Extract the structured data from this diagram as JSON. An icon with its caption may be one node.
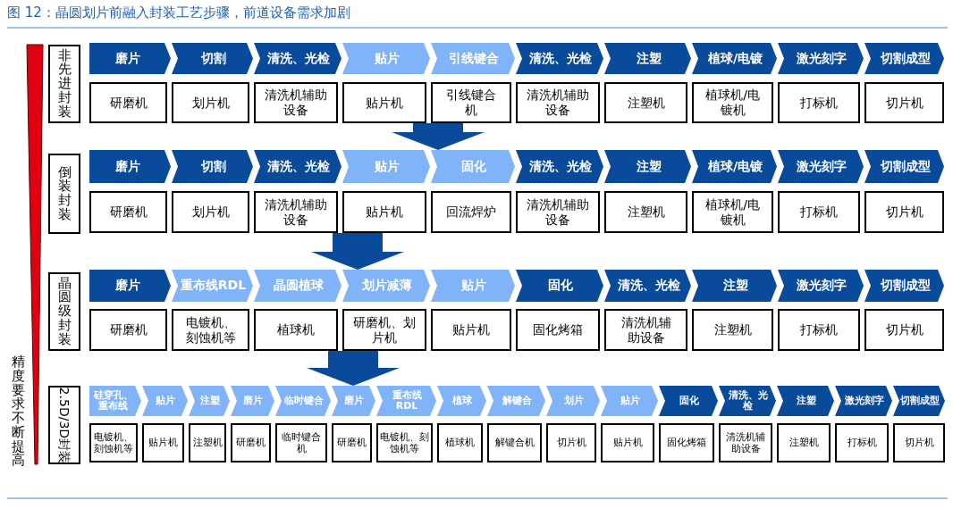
{
  "diagram": {
    "title": "图 12：晶圆划片前融入封装工艺步骤，前道设备需求加剧",
    "nodes": [
      {
        "text": [],
        "shape": "bar",
        "beside": [
          "精度要求不断提高"
        ]
      },
      {
        "text": [
          "非先进封装"
        ]
      },
      {
        "text": [
          "磨片"
        ]
      },
      {
        "text": [
          "切割"
        ]
      },
      {
        "text": [
          "清洗、光检"
        ]
      },
      {
        "text": [
          "贴片"
        ]
      },
      {
        "text": [
          "引线键合"
        ]
      },
      {
        "text": [
          "清洗、光检"
        ]
      },
      {
        "text": [
          "注塑"
        ]
      },
      {
        "text": [
          "植球/电镀"
        ]
      },
      {
        "text": [
          "激光刻字"
        ]
      },
      {
        "text": [
          "切割成型"
        ]
      },
      {
        "text": [
          "研磨机"
        ]
      },
      {
        "text": [
          "划片机"
        ]
      },
      {
        "text": [
          "清洗机辅助设备"
        ]
      },
      {
        "text": [
          "贴片机"
        ]
      },
      {
        "text": [
          "引线键合机"
        ]
      },
      {
        "text": [
          "清洗机辅助设备"
        ]
      },
      {
        "text": [
          "注塑机"
        ]
      },
      {
        "text": [
          "植球机/电镀机"
        ]
      },
      {
        "text": [
          "打标机"
        ]
      },
      {
        "text": [
          "切片机"
        ]
      },
      {
        "text": [
          "倒装封装"
        ]
      },
      {
        "text": [
          "磨片"
        ]
      },
      {
        "text": [
          "切割"
        ]
      },
      {
        "text": [
          "清洗、光检"
        ]
      },
      {
        "text": [
          "贴片"
        ]
      },
      {
        "text": [
          "固化"
        ]
      },
      {
        "text": [
          "清洗、光检"
        ]
      },
      {
        "text": [
          "注塑"
        ]
      },
      {
        "text": [
          "植球/电镀"
        ]
      },
      {
        "text": [
          "激光刻字"
        ]
      },
      {
        "text": [
          "切割成型"
        ]
      },
      {
        "text": [
          "研磨机"
        ]
      },
      {
        "text": [
          "划片机"
        ]
      },
      {
        "text": [
          "清洗机辅助设备"
        ]
      },
      {
        "text": [
          "贴片机"
        ]
      },
      {
        "text": [
          "回流焊炉"
        ]
      },
      {
        "text": [
          "清洗机辅助设备"
        ]
      },
      {
        "text": [
          "注塑机"
        ]
      },
      {
        "text": [
          "植球机/电镀机"
        ]
      },
      {
        "text": [
          "打标机"
        ]
      },
      {
        "text": [
          "切片机"
        ]
      },
      {
        "text": [
          "晶圆级封装"
        ]
      },
      {
        "text": [
          "磨片"
        ]
      },
      {
        "text": [
          "重布线RDL"
        ]
      },
      {
        "text": [
          "晶圆植球"
        ]
      },
      {
        "text": [
          "划片减薄"
        ]
      },
      {
        "text": [
          "贴片"
        ]
      },
      {
        "text": [
          "固化"
        ]
      },
      {
        "text": [
          "清洗、光检"
        ]
      },
      {
        "text": [
          "注塑"
        ]
      },
      {
        "text": [
          "激光刻字"
        ]
      },
      {
        "text": [
          "切割成型"
        ]
      },
      {
        "text": [
          "研磨机"
        ]
      },
      {
        "text": [
          "电镀机、刻蚀机等"
        ]
      },
      {
        "text": [
          "植球机"
        ]
      },
      {
        "text": [
          "研磨机、划片机"
        ]
      },
      {
        "text": [
          "贴片机"
        ]
      },
      {
        "text": [
          "固化烤箱"
        ]
      },
      {
        "text": [
          "清洗机辅助设备"
        ]
      },
      {
        "text": [
          "注塑机"
        ]
      },
      {
        "text": [
          "打标机"
        ]
      },
      {
        "text": [
          "切片机"
        ]
      },
      {
        "text": [
          "2.5D/3D封装"
        ]
      },
      {
        "text": [
          "硅穿孔、重布线"
        ]
      },
      {
        "text": [
          "贴片"
        ]
      },
      {
        "text": [
          "注塑"
        ]
      },
      {
        "text": [
          "磨片"
        ]
      },
      {
        "text": [
          "临时键合"
        ]
      },
      {
        "text": [
          "磨片"
        ]
      },
      {
        "text": [
          "重布线RDL"
        ]
      },
      {
        "text": [
          "植球"
        ]
      },
      {
        "text": [
          "解键合"
        ]
      },
      {
        "text": [
          "划片"
        ]
      },
      {
        "text": [
          "贴片"
        ]
      },
      {
        "text": [
          "固化"
        ]
      },
      {
        "text": [
          "清洗、光检"
        ]
      },
      {
        "text": [
          "注塑"
        ]
      },
      {
        "text": [
          "激光刻字"
        ]
      },
      {
        "text": [
          "切割成型"
        ]
      },
      {
        "text": [
          "电镀机、刻蚀机等"
        ]
      },
      {
        "text": [
          "贴片机"
        ]
      },
      {
        "text": [
          "注塑机"
        ]
      },
      {
        "text": [
          "研磨机"
        ]
      },
      {
        "text": [
          "临时键合机"
        ]
      },
      {
        "text": [
          "研磨机"
        ]
      },
      {
        "text": [
          "电镀机、刻蚀机等"
        ]
      },
      {
        "text": [
          "植球机"
        ]
      },
      {
        "text": [
          "解键合机"
        ]
      },
      {
        "text": [
          "切片机"
        ]
      },
      {
        "text": [
          "贴片机"
        ]
      },
      {
        "text": [
          "固化烤箱"
        ]
      },
      {
        "text": [
          "清洗机辅助设备"
        ]
      },
      {
        "text": [
          "注塑机"
        ]
      },
      {
        "text": [
          "打标机"
        ]
      },
      {
        "text": [
          "切片机"
        ]
      }
    ],
    "edges": [
      {
        "from": 16,
        "to": 27,
        "arrow": "to"
      },
      {
        "from": 36,
        "to": 47,
        "arrow": "to"
      },
      {
        "from": 57,
        "to": 70,
        "arrow": "to"
      }
    ]
  }
}
